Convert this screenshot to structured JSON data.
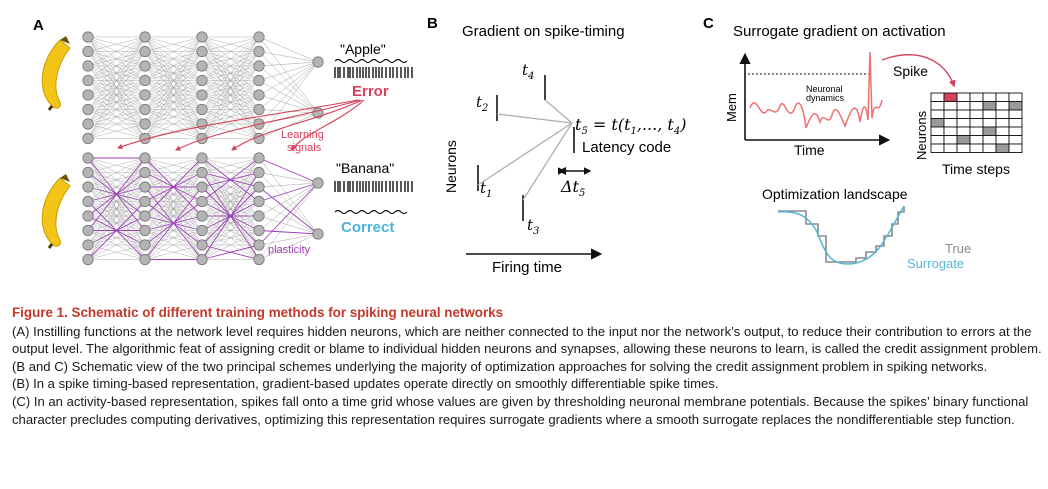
{
  "panels": {
    "a": {
      "letter": "A",
      "top_output": "\"Apple\"",
      "error_label": "Error",
      "learning_signals_line1": "Learning",
      "learning_signals_line2": "signals",
      "bottom_output": "\"Banana\"",
      "correct_label": "Correct",
      "plasticity_label": "plasticity"
    },
    "b": {
      "letter": "B",
      "title": "Gradient on spike-timing",
      "y_axis_label": "Neurons",
      "x_axis_label": "Firing time",
      "t1": "t",
      "t1_sub": "1",
      "t2": "t",
      "t2_sub": "2",
      "t3": "t",
      "t3_sub": "3",
      "t4": "t",
      "t4_sub": "4",
      "t5_equation": "t5 = t(t1,..., t4)",
      "t5": "t",
      "t5_sub": "5",
      "equation_rhs": " = t(t",
      "equation_mid": ",..., t",
      "equation_end": ")",
      "eq_sub1": "1",
      "eq_sub4": "4",
      "latency_label": "Latency code",
      "delta": "Δt",
      "delta_sub": "5"
    },
    "c": {
      "letter": "C",
      "title": "Surrogate gradient on activation",
      "mem_label": "Mem",
      "time_label": "Time",
      "dynamics_line1": "Neuronal",
      "dynamics_line2": "dynamics",
      "spike_label": "Spike",
      "grid_y_label": "Neurons",
      "grid_x_label": "Time steps",
      "landscape_title": "Optimization landscape",
      "true_label": "True",
      "surrogate_label": "Surrogate"
    }
  },
  "colors": {
    "error": "#d6415a",
    "correct": "#4db3d9",
    "plasticity": "#9b3fb5",
    "caption_title": "#c0392b",
    "banana": "#f2c416",
    "node": "#b4b4b4",
    "surrogate": "#58b6d6",
    "true": "#8a8a8a",
    "membrane": "#f07070"
  },
  "caption": {
    "title": "Figure 1.  Schematic of different training methods for spiking neural networks",
    "paragraphs": [
      "(A) Instilling functions at the network level requires hidden neurons, which are neither connected to the input nor the network’s output, to reduce their contribution to errors at the output level. The algorithmic feat of assigning credit or blame to individual hidden neurons and synapses, allowing these neurons to learn, is called the credit assignment problem.",
      "(B and C) Schematic view of the two principal schemes underlying the majority of optimization approaches for solving the credit assignment problem in spiking networks.",
      "(B) In a spike timing-based representation, gradient-based updates operate directly on smoothly differentiable spike times.",
      "(C) In an activity-based representation, spikes fall onto a time grid whose values are given by thresholding neuronal membrane potentials. Because the spikes’ binary functional character precludes computing derivatives, optimizing this representation requires surrogate gradients where a smooth surrogate replaces the nondifferentiable step function."
    ]
  }
}
